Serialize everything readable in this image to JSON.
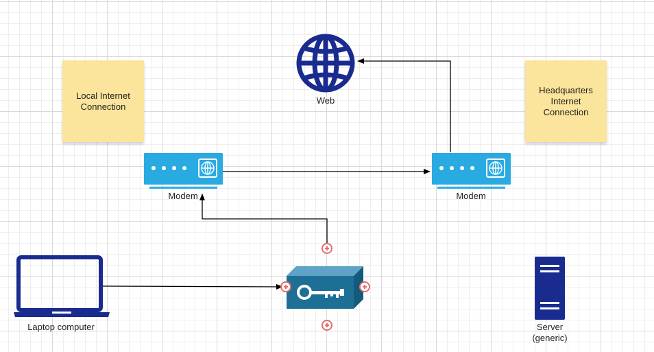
{
  "diagram": {
    "notes": {
      "local": "Local Internet\nConnection",
      "hq": "Headquarters\nInternet\nConnection"
    },
    "labels": {
      "web": "Web",
      "modem_left": "Modem",
      "modem_right": "Modem",
      "laptop": "Laptop computer",
      "server": "Server\n(generic)"
    },
    "icons": {
      "web": "globe-icon",
      "modem": "modem-icon",
      "laptop": "laptop-icon",
      "firewall": "firewall-key-icon",
      "server": "server-icon",
      "connection_point": "plus-circle-icon"
    },
    "colors": {
      "globe": "#1a2b8f",
      "modem": "#29abe2",
      "firewall": "#1d6f96",
      "laptop": "#1a2b8f",
      "server": "#1a2b8f",
      "sticky": "#fbe49b",
      "connection_point": "#e36d6d"
    }
  }
}
